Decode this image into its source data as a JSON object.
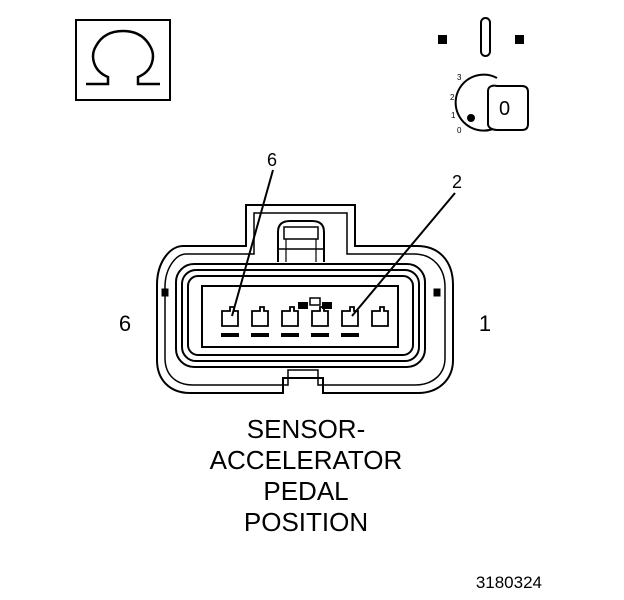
{
  "ohm_symbol": {
    "icon": "ohm-icon"
  },
  "ignition": {
    "icon": "ignition-key-icon",
    "positions": [
      "3",
      "2",
      "1",
      "0"
    ],
    "key_label": "0"
  },
  "connector": {
    "icon": "connector-icon",
    "pin_count": 6,
    "end_label_left": "6",
    "end_label_right": "1",
    "callout_left": "6",
    "callout_right": "2"
  },
  "caption": {
    "line1": "SENSOR-",
    "line2": "ACCELERATOR",
    "line3": "PEDAL",
    "line4": "POSITION"
  },
  "figure_id": "3180324"
}
